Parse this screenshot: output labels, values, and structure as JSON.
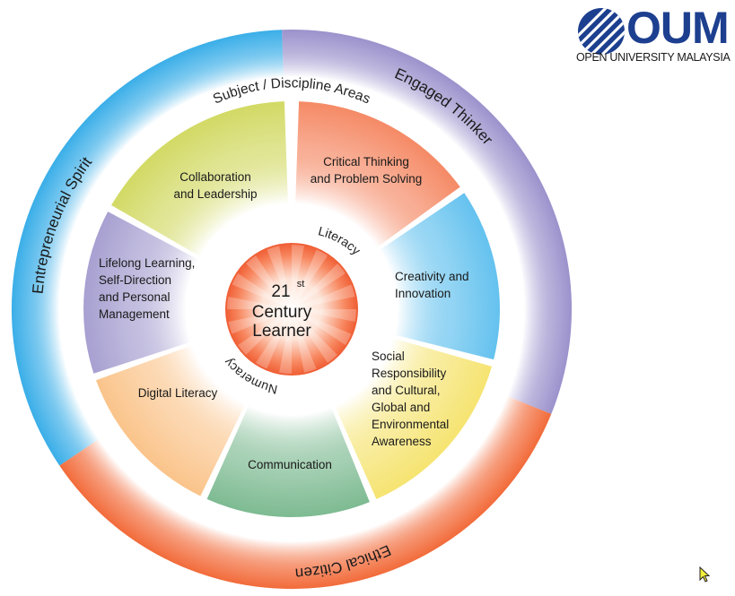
{
  "logo": {
    "brand": "OUM",
    "subtitle": "OPEN UNIVERSITY MALAYSIA",
    "color": "#1d3f8f"
  },
  "outer_ring": [
    {
      "label": "Entrepreneurial Spirit",
      "color": "#3aaee8"
    },
    {
      "label": "Engaged Thinker",
      "color": "#9b92cc"
    },
    {
      "label": "Ethical Citizen",
      "color": "#f26b3a"
    }
  ],
  "middle_labels": {
    "top": "Subject / Discipline Areas",
    "literacy": "Literacy",
    "numeracy": "Numeracy"
  },
  "segments": [
    {
      "lines": [
        "Critical Thinking",
        "and Problem Solving"
      ],
      "color": "#f26a3c"
    },
    {
      "lines": [
        "Creativity and",
        "Innovation"
      ],
      "color": "#3ab1ea"
    },
    {
      "lines": [
        "Social",
        "Responsibility",
        "and Cultural,",
        "Global and",
        "Environmental",
        "Awareness"
      ],
      "color": "#f3dc4a"
    },
    {
      "lines": [
        "Communication"
      ],
      "color": "#5aa874"
    },
    {
      "lines": [
        "Digital Literacy"
      ],
      "color": "#f9b46b"
    },
    {
      "lines": [
        "Lifelong Learning,",
        "Self-Direction",
        "and Personal",
        "Management"
      ],
      "color": "#8f86c4"
    },
    {
      "lines": [
        "Collaboration",
        "and Leadership"
      ],
      "color": "#c6cf3a"
    }
  ],
  "center": {
    "line1": "21",
    "superscript": "st",
    "line2": "Century",
    "line3": "Learner",
    "color": "#f0603a"
  }
}
